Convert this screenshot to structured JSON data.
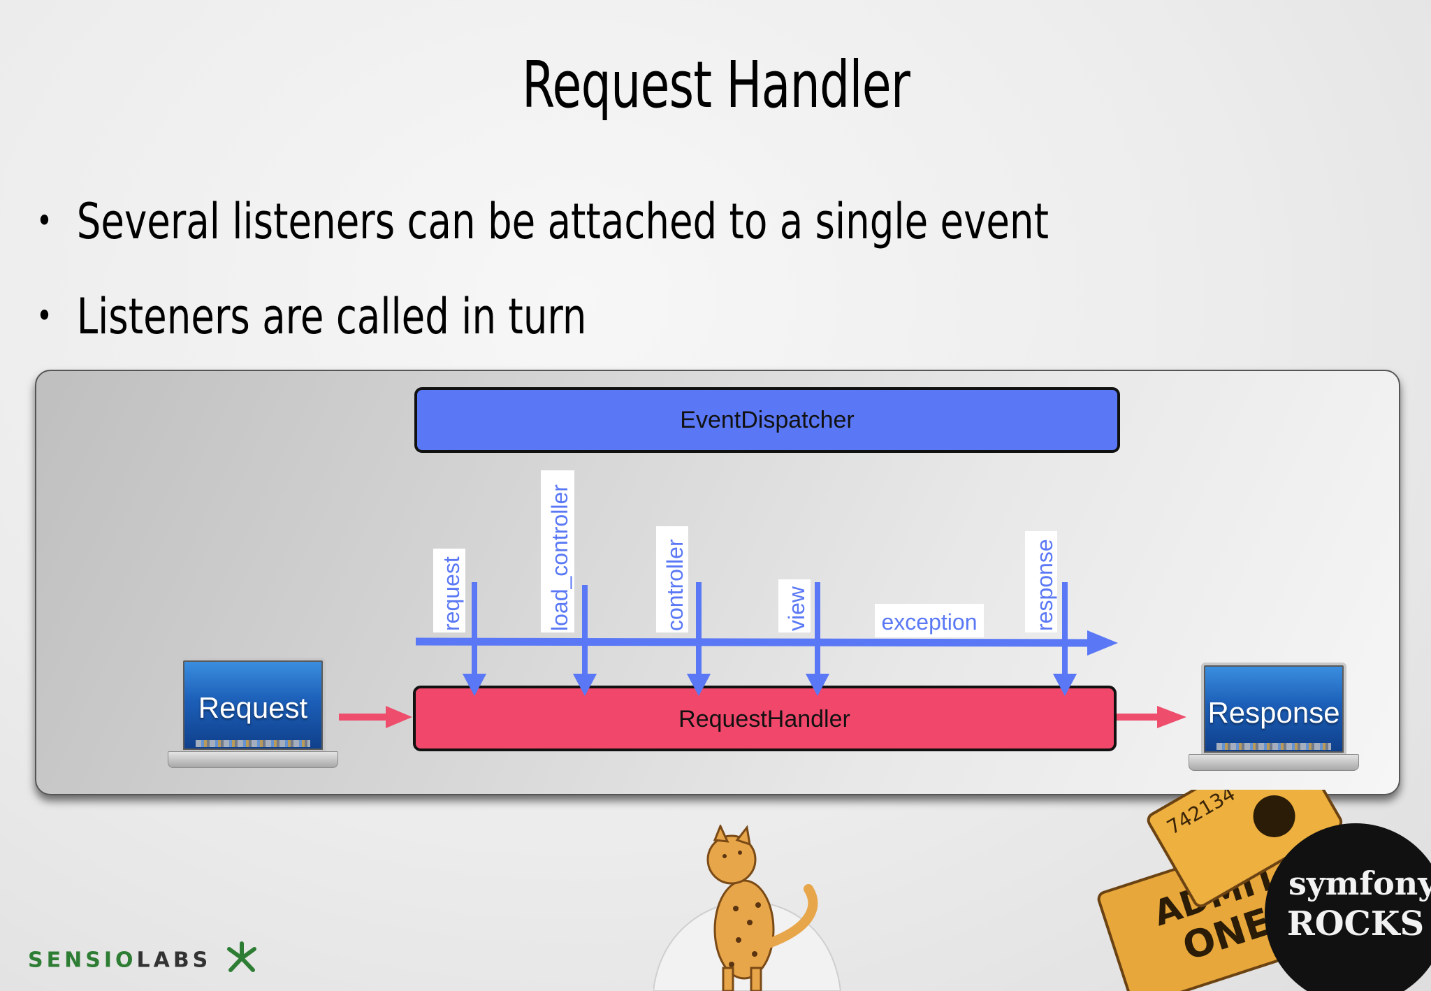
{
  "slide": {
    "title": "Request Handler",
    "bullets": [
      "Several listeners can be attached to a single event",
      "Listeners are called in turn"
    ]
  },
  "diagram": {
    "dispatcher_label": "EventDispatcher",
    "handler_label": "RequestHandler",
    "events": [
      "request",
      "load_controller",
      "controller",
      "view",
      "exception",
      "response"
    ],
    "request_label": "Request",
    "response_label": "Response",
    "colors": {
      "dispatcher": "#5a78f5",
      "handler": "#f0476a",
      "event_arrow": "#5a78f5",
      "flow_arrow": "#ee4d6c"
    }
  },
  "footer": {
    "logo_sensio": "SENSIO",
    "logo_labs": "LABS",
    "badge_line1": "symfony",
    "badge_line2": "ROCKS",
    "ticket_text1": "ADMIT",
    "ticket_text2": "ONE",
    "ticket_number": "742134"
  }
}
